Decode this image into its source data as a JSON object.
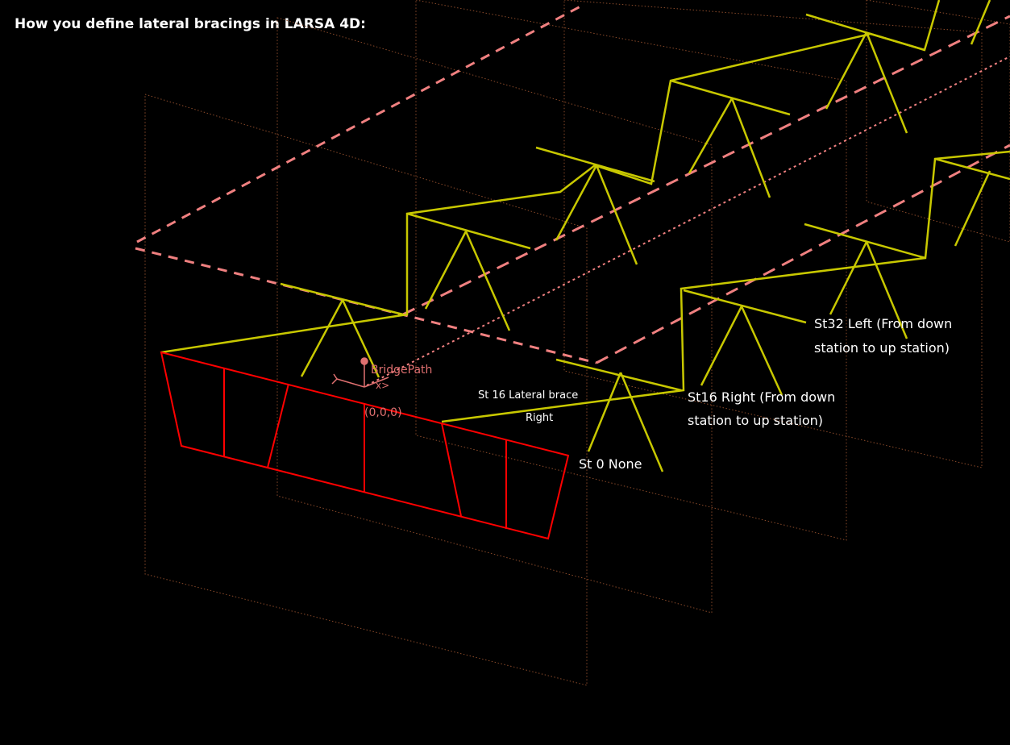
{
  "title": "How you define lateral bracings in LARSA 4D:",
  "labels": {
    "path_name": "BridgePath",
    "axis_x": "x>",
    "origin": "(0,0,0)",
    "brace_note_line1": "St 16 Lateral brace",
    "brace_note_line2": "Right",
    "st0": "St 0 None",
    "st16_line1": "St16 Right (From down",
    "st16_line2": "station to up station)",
    "st32_line1": "St32 Left (From down",
    "st32_line2": "station to up station)"
  },
  "colors": {
    "background": "#000000",
    "title_text": "#ffffff",
    "label_text": "#ffffff",
    "section_outline": "#ff0000",
    "bracing": "#c8c800",
    "path_dashes": "#f08080",
    "plane_frames": "#8a4a2a",
    "path_label": "#e07070"
  }
}
